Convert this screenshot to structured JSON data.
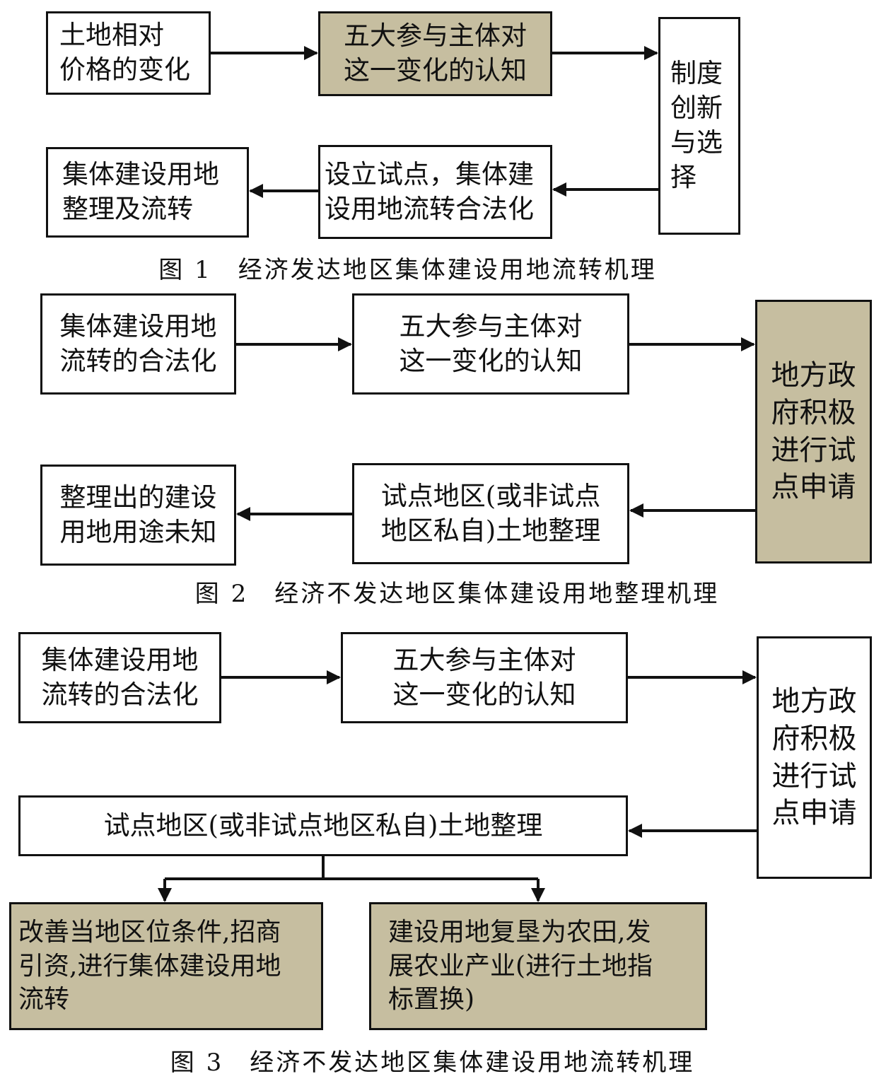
{
  "fig1": {
    "box_a": [
      "土地相对",
      "价格的变化"
    ],
    "box_b": [
      "五大参与主体对",
      "这一变化的认知"
    ],
    "box_c": [
      "制度",
      "创新",
      "与选",
      "择"
    ],
    "box_d": [
      "设立试点，集体建",
      "设用地流转合法化"
    ],
    "box_e": [
      "集体建设用地",
      "整理及流转"
    ],
    "caption": "图 1　经济发达地区集体建设用地流转机理"
  },
  "fig2": {
    "box_a": [
      "集体建设用地",
      "流转的合法化"
    ],
    "box_b": [
      "五大参与主体对",
      "这一变化的认知"
    ],
    "box_c": [
      "地方政",
      "府积极",
      "进行试",
      "点申请"
    ],
    "box_d": [
      "试点地区(或非试点",
      "地区私自)土地整理"
    ],
    "box_e": [
      "整理出的建设",
      "用地用途未知"
    ],
    "caption": "图 2　经济不发达地区集体建设用地整理机理"
  },
  "fig3": {
    "box_a": [
      "集体建设用地",
      "流转的合法化"
    ],
    "box_b": [
      "五大参与主体对",
      "这一变化的认知"
    ],
    "box_c": [
      "地方政",
      "府积极",
      "进行试",
      "点申请"
    ],
    "box_d": [
      "试点地区(或非试点地区私自)土地整理"
    ],
    "box_e": [
      "改善当地区位条件,招商",
      "引资,进行集体建设用地",
      "流转"
    ],
    "box_f": [
      "建设用地复垦为农田,发",
      "展农业产业(进行土地指",
      "标置换)"
    ],
    "caption": "图 3　经济不发达地区集体建设用地流转机理"
  },
  "colors": {
    "highlight": "#c6bea0",
    "border": "#111111"
  }
}
